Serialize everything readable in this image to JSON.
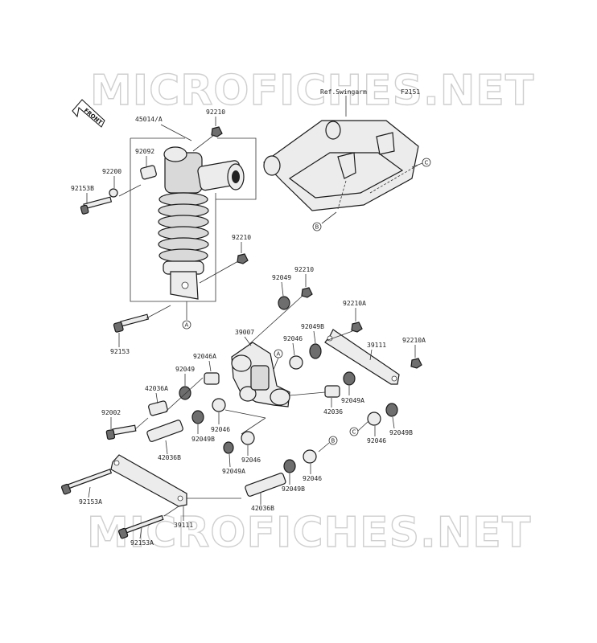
{
  "watermark": "MICROFICHES.NET",
  "front_label": "FRONT",
  "ref_label": "Ref.Swingarm",
  "ref_code": "F2151",
  "labels": {
    "p45014": "45014/A",
    "p92210_a": "92210",
    "p92092": "92092",
    "p92200": "92200",
    "p92153B": "92153B",
    "p92210_b": "92210",
    "p92153": "92153",
    "p92049_a": "92049",
    "p92210_c": "92210",
    "p92210A_a": "92210A",
    "p92049B_a": "92049B",
    "p39007": "39007",
    "p92046_a": "92046",
    "p39111_a": "39111",
    "p92210A_b": "92210A",
    "p92046A": "92046A",
    "p92049_b": "92049",
    "p42036A": "42036A",
    "p92049A_a": "92049A",
    "p42036_a": "42036",
    "p92002": "92002",
    "p92049B_b": "92049B",
    "p92046_b": "92046",
    "p42036B_a": "42036B",
    "p92049A_b": "92049A",
    "p92046_c": "92046",
    "p92046_d": "92046",
    "p92049B_c": "92049B",
    "p92153A_a": "92153A",
    "p92049B_d": "92049B",
    "p92046_e": "92046",
    "p42036B_b": "42036B",
    "p39111_b": "39111",
    "p92153A_b": "92153A"
  },
  "callouts": {
    "A1": "A",
    "A2": "A",
    "B1": "B",
    "B2": "B",
    "C1": "C",
    "C2": "C"
  }
}
